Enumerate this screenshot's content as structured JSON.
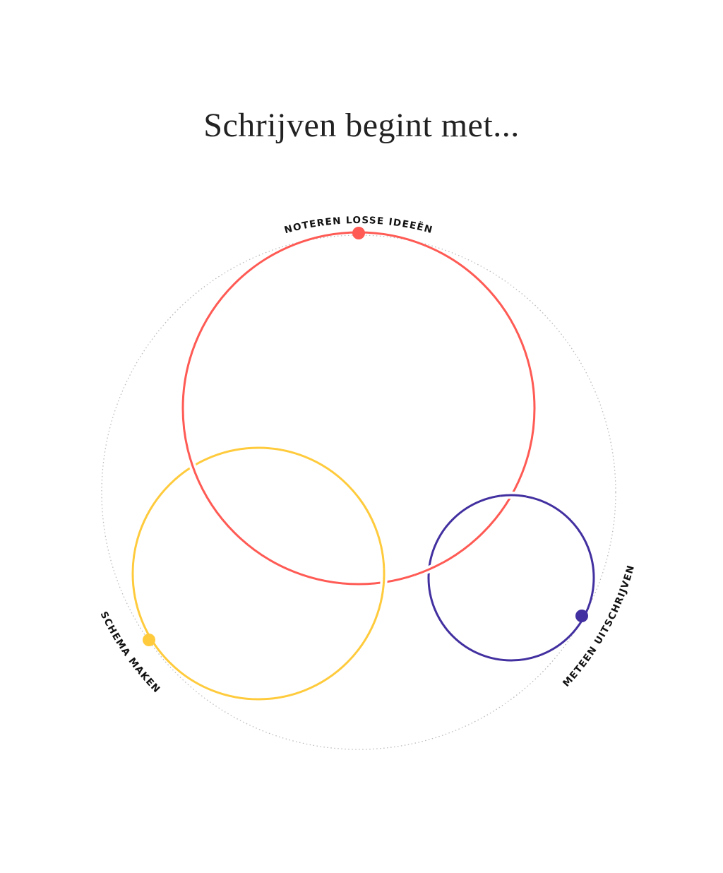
{
  "title": "Schrijven begint met...",
  "outer_circle_color": "#bbbbbb",
  "items": [
    {
      "label": "NOTEREN LOSSE IDEEËN",
      "color": "#ff5a54"
    },
    {
      "label": "SCHEMA MAKEN",
      "color": "#ffcb3d"
    },
    {
      "label": "METEEN UITSCHRIJVEN",
      "color": "#4330a0"
    }
  ]
}
